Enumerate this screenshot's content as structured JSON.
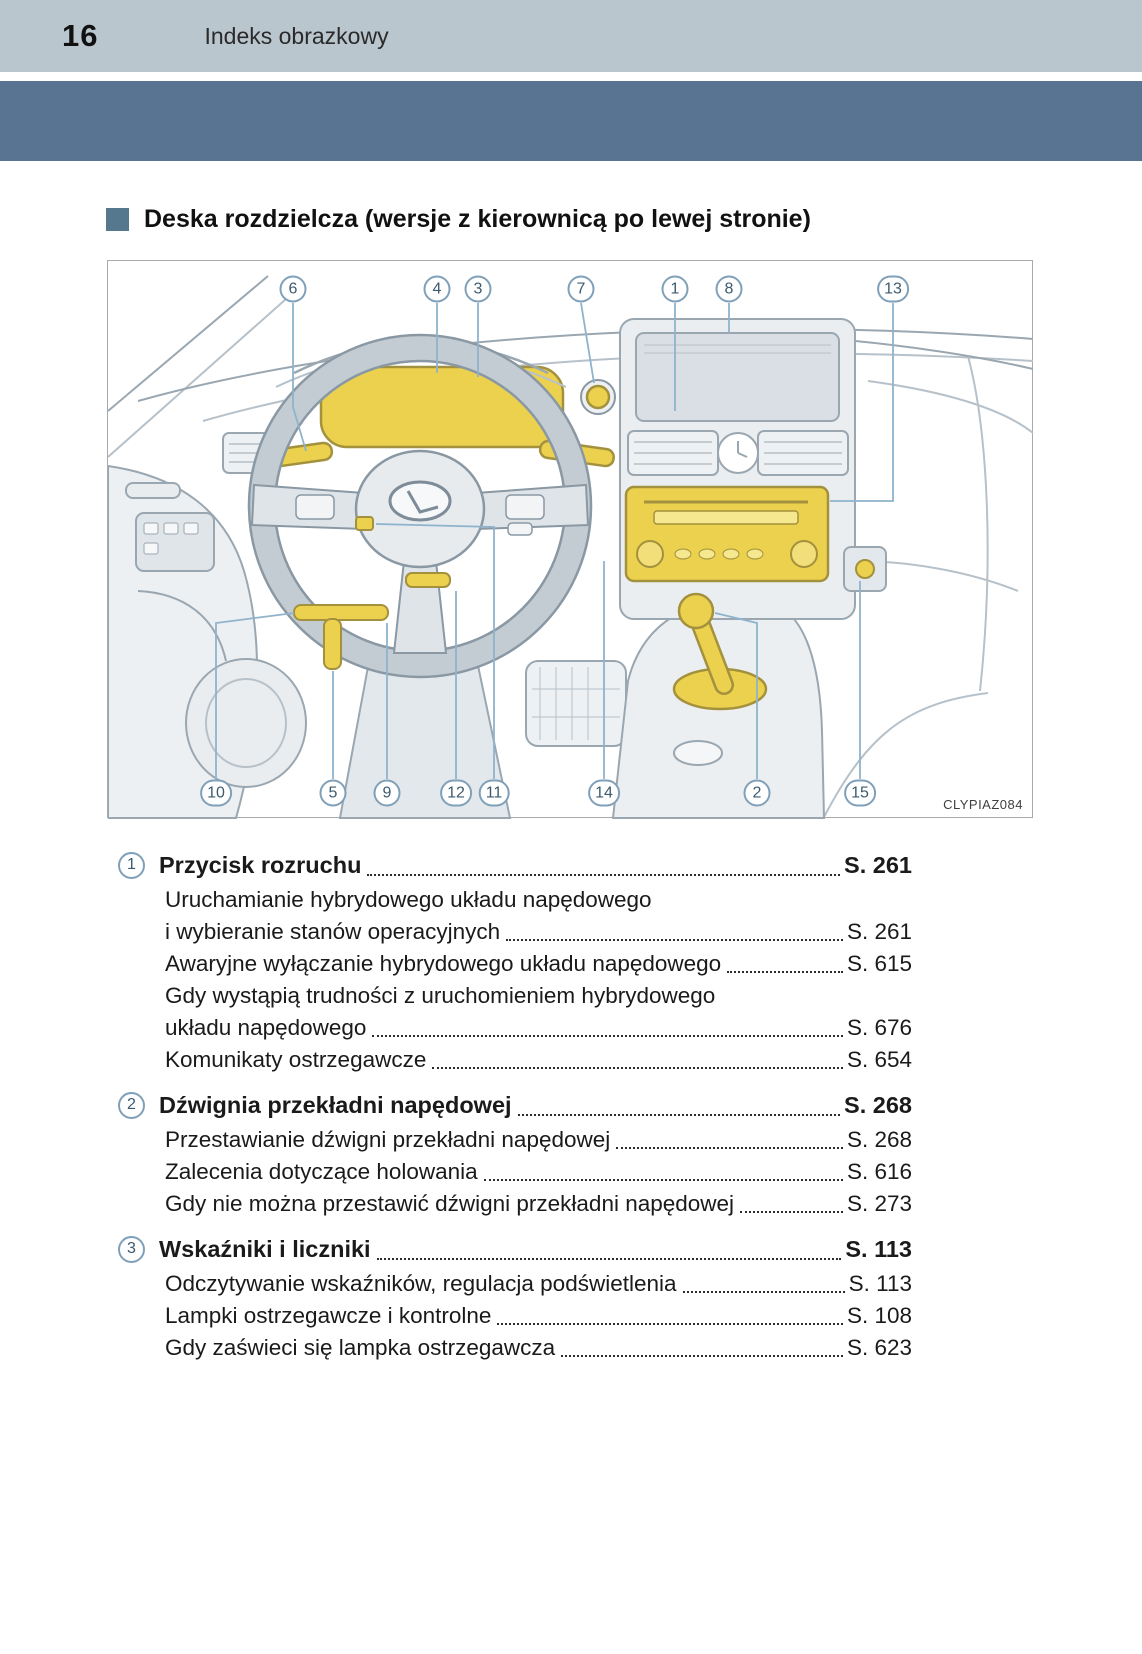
{
  "header": {
    "page_number": "16",
    "title": "Indeks obrazkowy"
  },
  "section": {
    "title": "Deska rozdzielcza (wersje z kierownicą po lewej stronie)"
  },
  "figure": {
    "watermark": "CLYPIAZ084",
    "callouts": [
      "6",
      "4",
      "3",
      "7",
      "1",
      "8",
      "13",
      "10",
      "5",
      "9",
      "12",
      "11",
      "14",
      "2",
      "15"
    ]
  },
  "index": {
    "entries": [
      {
        "num": "1",
        "title": "Przycisk rozruchu",
        "page": "S. 261",
        "subs": [
          {
            "pre": "Uruchamianie hybrydowego układu napędowego",
            "text": "i wybieranie stanów operacyjnych",
            "page": "S. 261"
          },
          {
            "text": "Awaryjne wyłączanie hybrydowego układu napędowego",
            "page": "S. 615"
          },
          {
            "pre": "Gdy wystąpią trudności z uruchomieniem hybrydowego",
            "text": "układu napędowego",
            "page": "S. 676"
          },
          {
            "text": "Komunikaty ostrzegawcze",
            "page": "S. 654"
          }
        ]
      },
      {
        "num": "2",
        "title": "Dźwignia przekładni napędowej",
        "page": "S. 268",
        "subs": [
          {
            "text": "Przestawianie dźwigni przekładni napędowej",
            "page": "S. 268"
          },
          {
            "text": "Zalecenia dotyczące holowania",
            "page": "S. 616"
          },
          {
            "text": "Gdy nie można przestawić dźwigni przekładni napędowej",
            "page": "S. 273"
          }
        ]
      },
      {
        "num": "3",
        "title": "Wskaźniki i liczniki",
        "page": "S. 113",
        "subs": [
          {
            "text": "Odczytywanie wskaźników, regulacja podświetlenia",
            "page": "S. 113"
          },
          {
            "text": "Lampki ostrzegawcze i kontrolne",
            "page": "S. 108"
          },
          {
            "text": "Gdy zaświeci się lampka ostrzegawcza",
            "page": "S. 623"
          }
        ]
      }
    ]
  },
  "icons": {
    "section_bullet": "square-bullet"
  },
  "colors": {
    "header_bg": "#bac6ce",
    "band": "#587492",
    "bullet": "#56788f",
    "callout_blue": "#7fa0b8",
    "highlight_yellow": "#ecd14f"
  }
}
